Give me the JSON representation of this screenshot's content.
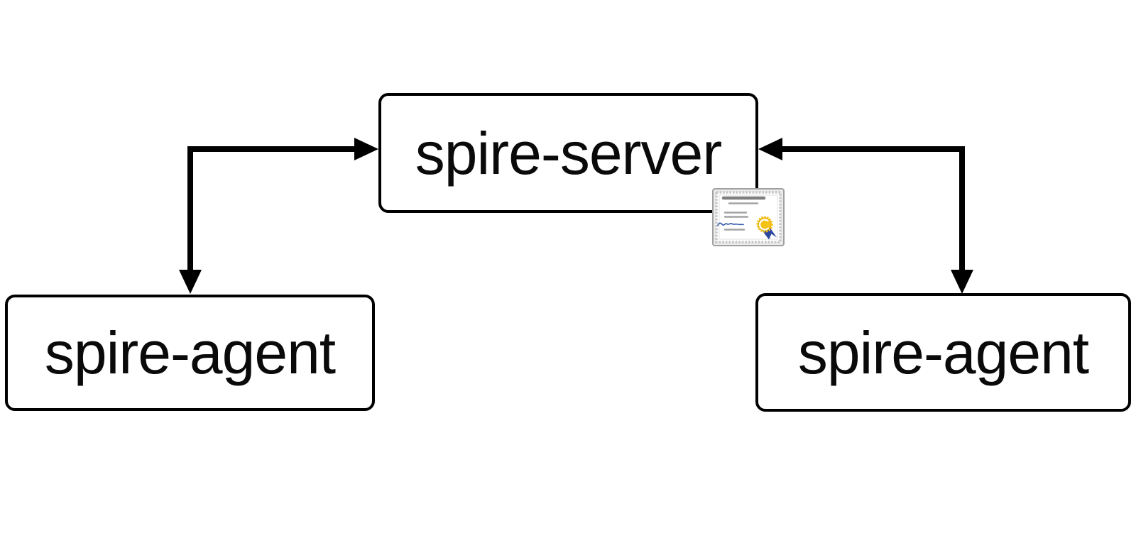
{
  "diagram": {
    "nodes": {
      "server": {
        "label": "spire-server"
      },
      "agent_left": {
        "label": "spire-agent"
      },
      "agent_right": {
        "label": "spire-agent"
      }
    },
    "edges": [
      {
        "from": "spire-agent (left)",
        "to": "spire-server",
        "shape": "elbow",
        "arrowheads": "both-ends"
      },
      {
        "from": "spire-agent (right)",
        "to": "spire-server",
        "shape": "elbow",
        "arrowheads": "both-ends"
      }
    ],
    "icons": [
      {
        "name": "certificate-icon",
        "location": "bottom-right corner of spire-server box"
      }
    ],
    "colors": {
      "background": "#ffffff",
      "node_fill": "#ffffff",
      "node_border": "#000000",
      "label_text": "#0a0a0a",
      "connector": "#000000",
      "cert_frame_fill": "#ebebeb",
      "cert_frame_border": "#a0a0a0",
      "cert_scallop": "#c6c6c6",
      "cert_line_dark": "#7f7f7f",
      "cert_line_light": "#a3a3a3",
      "cert_signature_blue": "#3a5dab",
      "cert_seal_gold": "#f5c318",
      "cert_seal_outline": "#d8a400",
      "cert_ribbon_blue": "#2c479e"
    }
  }
}
